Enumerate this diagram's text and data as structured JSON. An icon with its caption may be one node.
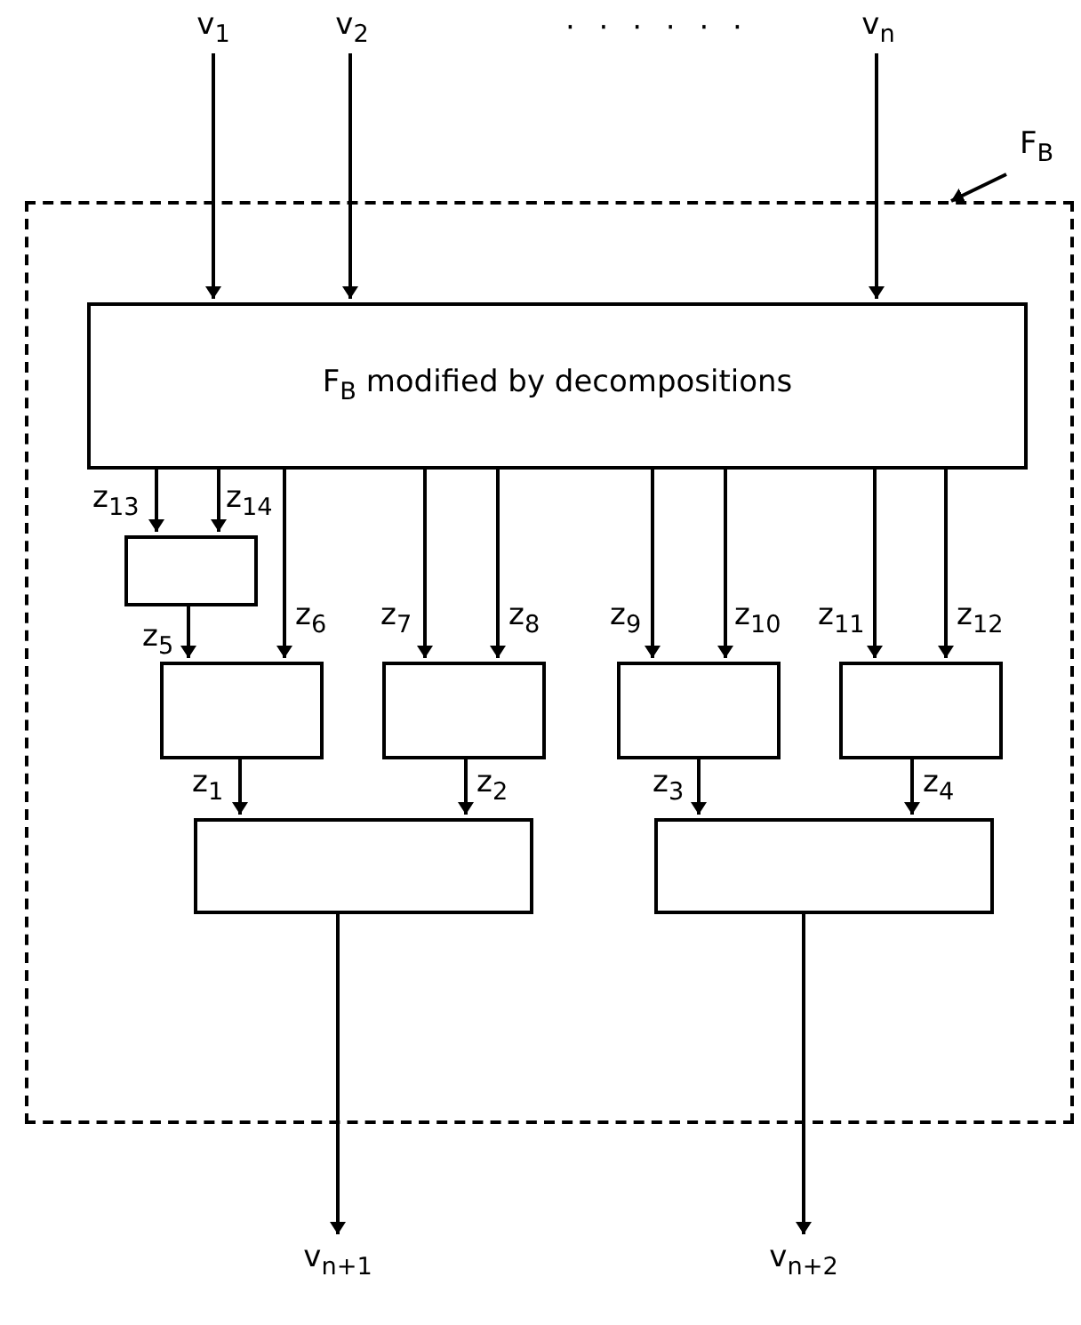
{
  "diagram": {
    "nodes": [
      {
        "text": [],
        "shape": "box"
      },
      {
        "text": [
          "F$_{B}$"
        ]
      },
      {
        "text": [
          "v$_{1}$"
        ]
      },
      {
        "text": [
          "v$_{2}$"
        ]
      },
      {
        "text": [
          "v$_{n}$"
        ]
      },
      {
        "text": [
          "F$_{B}$ modified by decompositions"
        ],
        "in": 0
      },
      {
        "text": [],
        "shape": "box",
        "in": 0
      },
      {
        "text": [],
        "shape": "box",
        "in": 0
      },
      {
        "text": [],
        "shape": "box",
        "in": 0
      },
      {
        "text": [],
        "shape": "box",
        "in": 0
      },
      {
        "text": [],
        "shape": "box",
        "in": 0
      },
      {
        "text": [],
        "shape": "box",
        "in": 0
      },
      {
        "text": [],
        "shape": "box",
        "in": 0
      },
      {
        "text": [
          "v$_{n+1}$"
        ]
      },
      {
        "text": [
          "v$_{n+2}$"
        ]
      }
    ],
    "edges": [
      {
        "from": 1,
        "to": 0,
        "arrow": "to"
      },
      {
        "from": 2,
        "to": 5,
        "arrow": "to"
      },
      {
        "from": 3,
        "to": 5,
        "arrow": "to"
      },
      {
        "from": 4,
        "to": 5,
        "arrow": "to"
      },
      {
        "from": 5,
        "to": 6,
        "arrow": "to",
        "label": "z$_{13}$"
      },
      {
        "from": 5,
        "to": 6,
        "arrow": "to",
        "label": "z$_{14}$"
      },
      {
        "from": 6,
        "to": 7,
        "arrow": "to",
        "label": "z$_{5}$"
      },
      {
        "from": 5,
        "to": 7,
        "arrow": "to",
        "label": "z$_{6}$"
      },
      {
        "from": 5,
        "to": 8,
        "arrow": "to",
        "label": "z$_{7}$"
      },
      {
        "from": 5,
        "to": 8,
        "arrow": "to",
        "label": "z$_{8}$"
      },
      {
        "from": 5,
        "to": 9,
        "arrow": "to",
        "label": "z$_{9}$"
      },
      {
        "from": 5,
        "to": 9,
        "arrow": "to",
        "label": "z$_{10}$"
      },
      {
        "from": 5,
        "to": 10,
        "arrow": "to",
        "label": "z$_{11}$"
      },
      {
        "from": 5,
        "to": 10,
        "arrow": "to",
        "label": "z$_{12}$"
      },
      {
        "from": 7,
        "to": 11,
        "arrow": "to",
        "label": "z$_{1}$"
      },
      {
        "from": 8,
        "to": 11,
        "arrow": "to",
        "label": "z$_{2}$"
      },
      {
        "from": 9,
        "to": 12,
        "arrow": "to",
        "label": "z$_{3}$"
      },
      {
        "from": 10,
        "to": 12,
        "arrow": "to",
        "label": "z$_{4}$"
      },
      {
        "from": 11,
        "to": 13,
        "arrow": "to"
      },
      {
        "from": 12,
        "to": 14,
        "arrow": "to"
      }
    ],
    "labels": [
      "· · · · · ·"
    ]
  }
}
